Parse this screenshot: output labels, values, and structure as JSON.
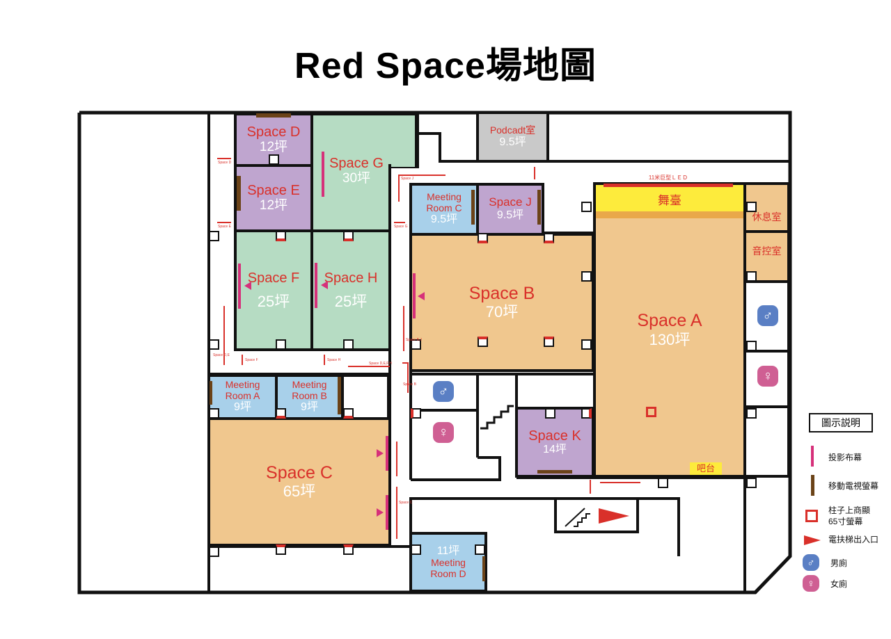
{
  "title": "Red Space場地圖",
  "rooms": {
    "d": {
      "name": "Space D",
      "size": "12坪"
    },
    "e": {
      "name": "Space E",
      "size": "12坪"
    },
    "g": {
      "name": "Space G",
      "size": "30坪"
    },
    "f": {
      "name": "Space F",
      "size": "25坪"
    },
    "h": {
      "name": "Space H",
      "size": "25坪"
    },
    "podcast": {
      "name": "Podcadt室",
      "size": "9.5坪"
    },
    "mrc": {
      "name1": "Meeting",
      "name2": "Room C",
      "size": "9.5坪"
    },
    "j": {
      "name": "Space J",
      "size": "9.5坪"
    },
    "b": {
      "name": "Space B",
      "size": "70坪"
    },
    "a": {
      "name": "Space A",
      "size": "130坪"
    },
    "stage": "舞臺",
    "led": "11米巨型ＬＥＤ",
    "lounge": "休息室",
    "sound": "音控室",
    "bar": "吧台",
    "mra": {
      "name1": "Meeting",
      "name2": "Room A",
      "size": "9坪"
    },
    "mrb": {
      "name1": "Meeting",
      "name2": "Room B",
      "size": "9坪"
    },
    "c": {
      "name": "Space C",
      "size": "65坪"
    },
    "k": {
      "name": "Space K",
      "size": "14坪"
    },
    "mrd": {
      "name1": "Meeting",
      "name2": "Room D",
      "size": "11坪"
    }
  },
  "arrows": {
    "d": "Space D",
    "e": "Space E",
    "de": "Space D,E",
    "f": "Space F",
    "h": "Space H",
    "defh": "Space D,E,F,H",
    "j": "Space J",
    "g": "Space G",
    "bj": "Space B,J",
    "b": "Space B",
    "c": "Space C"
  },
  "legend": {
    "title": "圖示説明",
    "items": [
      "投影布幕",
      "移動電視螢幕",
      "柱子上商顯\n65寸螢幕",
      "電扶梯出入口",
      "男廁",
      "女廁"
    ]
  },
  "colors": {
    "purple": "#bfa5cf",
    "green": "#b6dcc3",
    "blue": "#a8d0ea",
    "orange": "#f0c78e",
    "stage": "#fdeb3c",
    "red": "#d9302a"
  }
}
